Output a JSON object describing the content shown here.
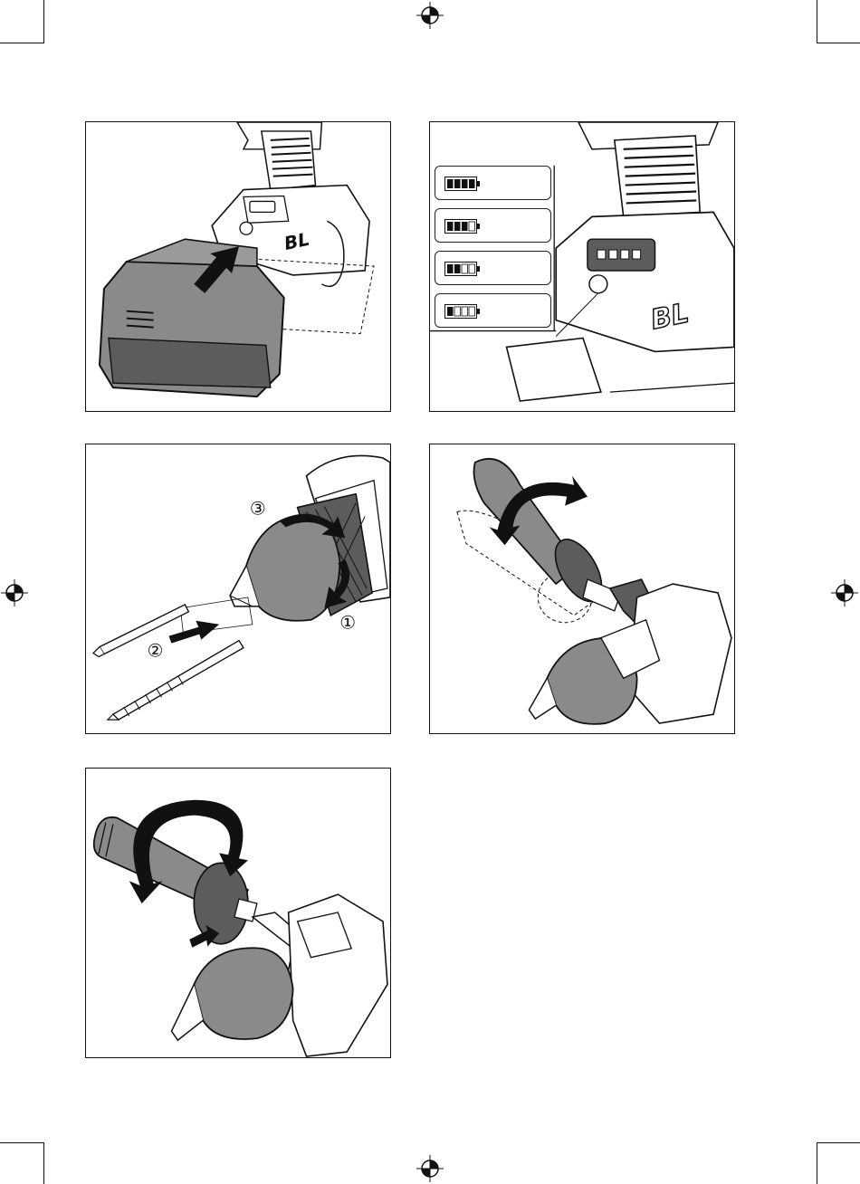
{
  "labels": {
    "step1": "①",
    "step2": "②",
    "step3": "③"
  },
  "battery_indicator_levels": [
    4,
    3,
    2,
    1
  ],
  "colors": {
    "tool_gray": "#8a8a8a",
    "tool_dark": "#5c5c5c",
    "line": "#111111",
    "paper": "#ffffff"
  },
  "icons": {
    "registration": "registration-target-icon",
    "arrow": "insert-arrow-icon",
    "rotate": "rotate-arrow-icon"
  }
}
